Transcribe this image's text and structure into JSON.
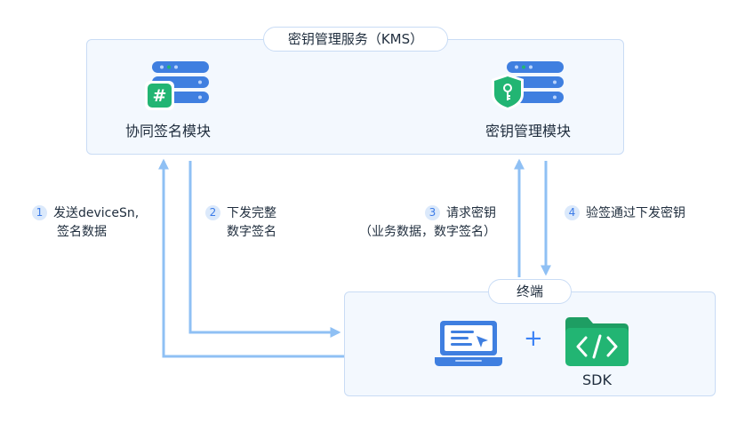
{
  "kms": {
    "title": "密钥管理服务（KMS）",
    "collab_module": "协同签名模块",
    "key_module": "密钥管理模块"
  },
  "terminal": {
    "title": "终端",
    "sdk_label": "SDK",
    "plus": "+"
  },
  "steps": [
    {
      "num": "1",
      "line1": "发送deviceSn,",
      "line2": "签名数据"
    },
    {
      "num": "2",
      "line1": "下发完整",
      "line2": "数字签名"
    },
    {
      "num": "3",
      "line1": "请求密钥",
      "line2": "（业务数据，数字签名）"
    },
    {
      "num": "4",
      "line1": "验签通过下发密钥"
    }
  ],
  "colors": {
    "arrow": "#8fc0f4",
    "accent_blue": "#3f7fe0",
    "accent_green": "#22b573",
    "panel_bg": "#f3f8fe",
    "panel_border": "#c9dcf5"
  },
  "icons": [
    "server-hash-icon",
    "server-key-icon",
    "laptop-icon",
    "code-folder-icon"
  ]
}
